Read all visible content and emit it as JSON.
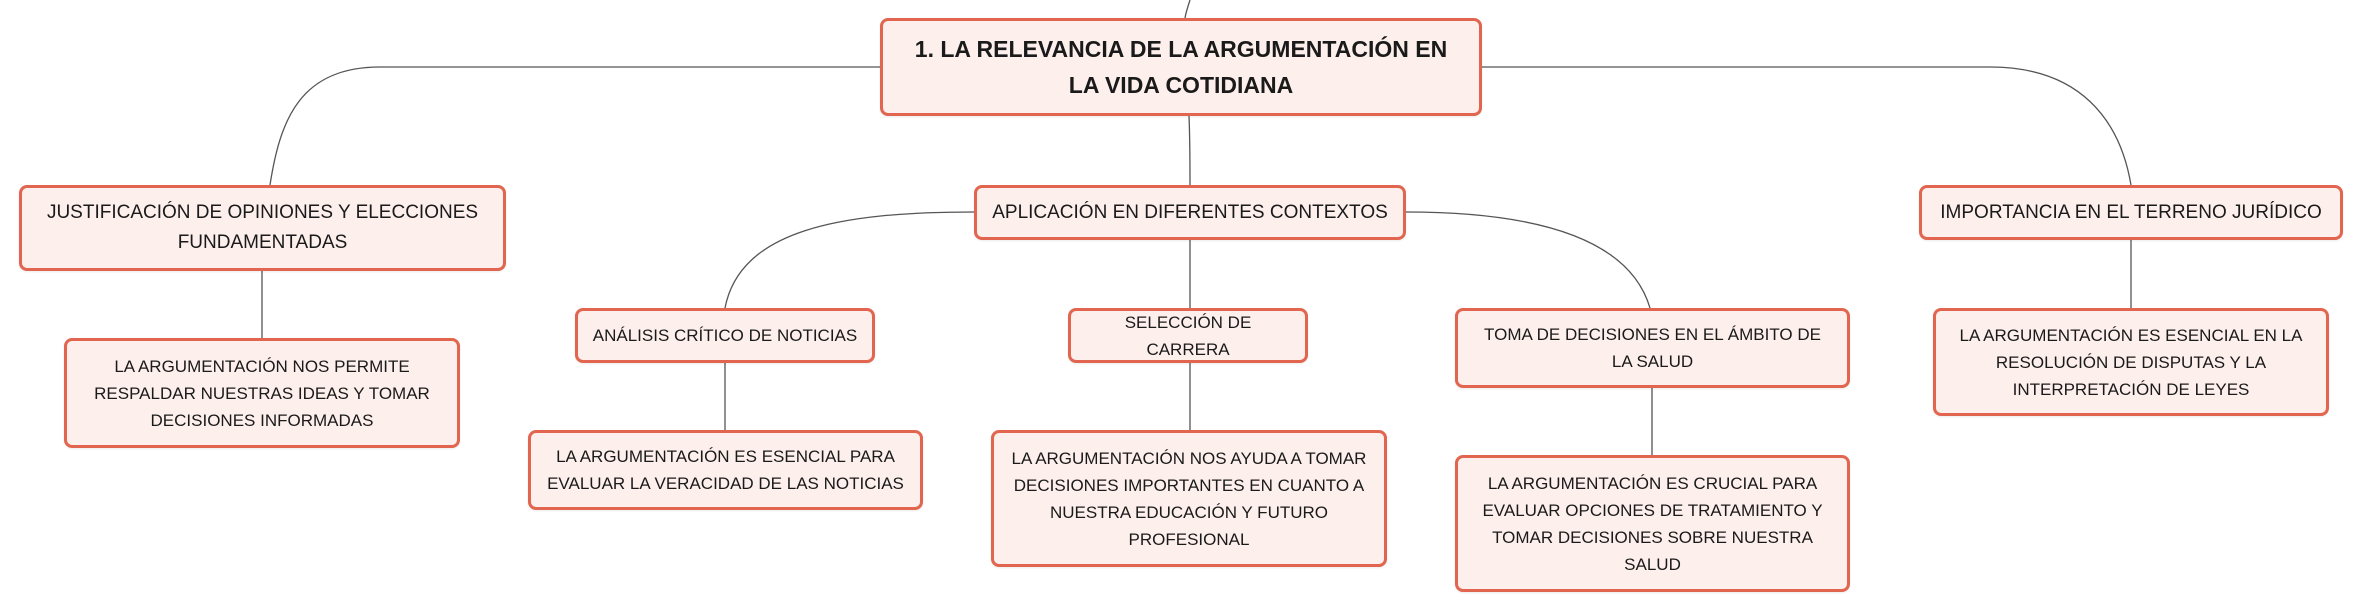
{
  "root": {
    "label": "1. LA RELEVANCIA DE LA ARGUMENTACIÓN EN LA VIDA COTIDIANA"
  },
  "branches": [
    {
      "label": "JUSTIFICACIÓN DE OPINIONES Y ELECCIONES FUNDAMENTADAS",
      "detail": "LA ARGUMENTACIÓN NOS PERMITE RESPALDAR NUESTRAS IDEAS Y TOMAR DECISIONES INFORMADAS"
    },
    {
      "label": "APLICACIÓN EN DIFERENTES CONTEXTOS",
      "children": [
        {
          "label": "ANÁLISIS CRÍTICO DE NOTICIAS",
          "detail": "LA ARGUMENTACIÓN ES ESENCIAL PARA EVALUAR LA VERACIDAD DE LAS NOTICIAS"
        },
        {
          "label": "SELECCIÓN DE CARRERA",
          "detail": "LA ARGUMENTACIÓN NOS AYUDA A TOMAR DECISIONES IMPORTANTES EN CUANTO A NUESTRA EDUCACIÓN Y FUTURO PROFESIONAL"
        },
        {
          "label": "TOMA DE DECISIONES EN EL ÁMBITO DE LA SALUD",
          "detail": "LA ARGUMENTACIÓN ES CRUCIAL PARA EVALUAR OPCIONES DE TRATAMIENTO Y TOMAR DECISIONES SOBRE NUESTRA SALUD"
        }
      ]
    },
    {
      "label": "IMPORTANCIA EN EL TERRENO JURÍDICO",
      "detail": "LA ARGUMENTACIÓN ES ESENCIAL EN LA RESOLUCIÓN DE DISPUTAS Y LA INTERPRETACIÓN DE LEYES"
    }
  ],
  "colors": {
    "node_fill": "#fdefec",
    "node_border": "#e2664f",
    "connector": "#555555"
  }
}
